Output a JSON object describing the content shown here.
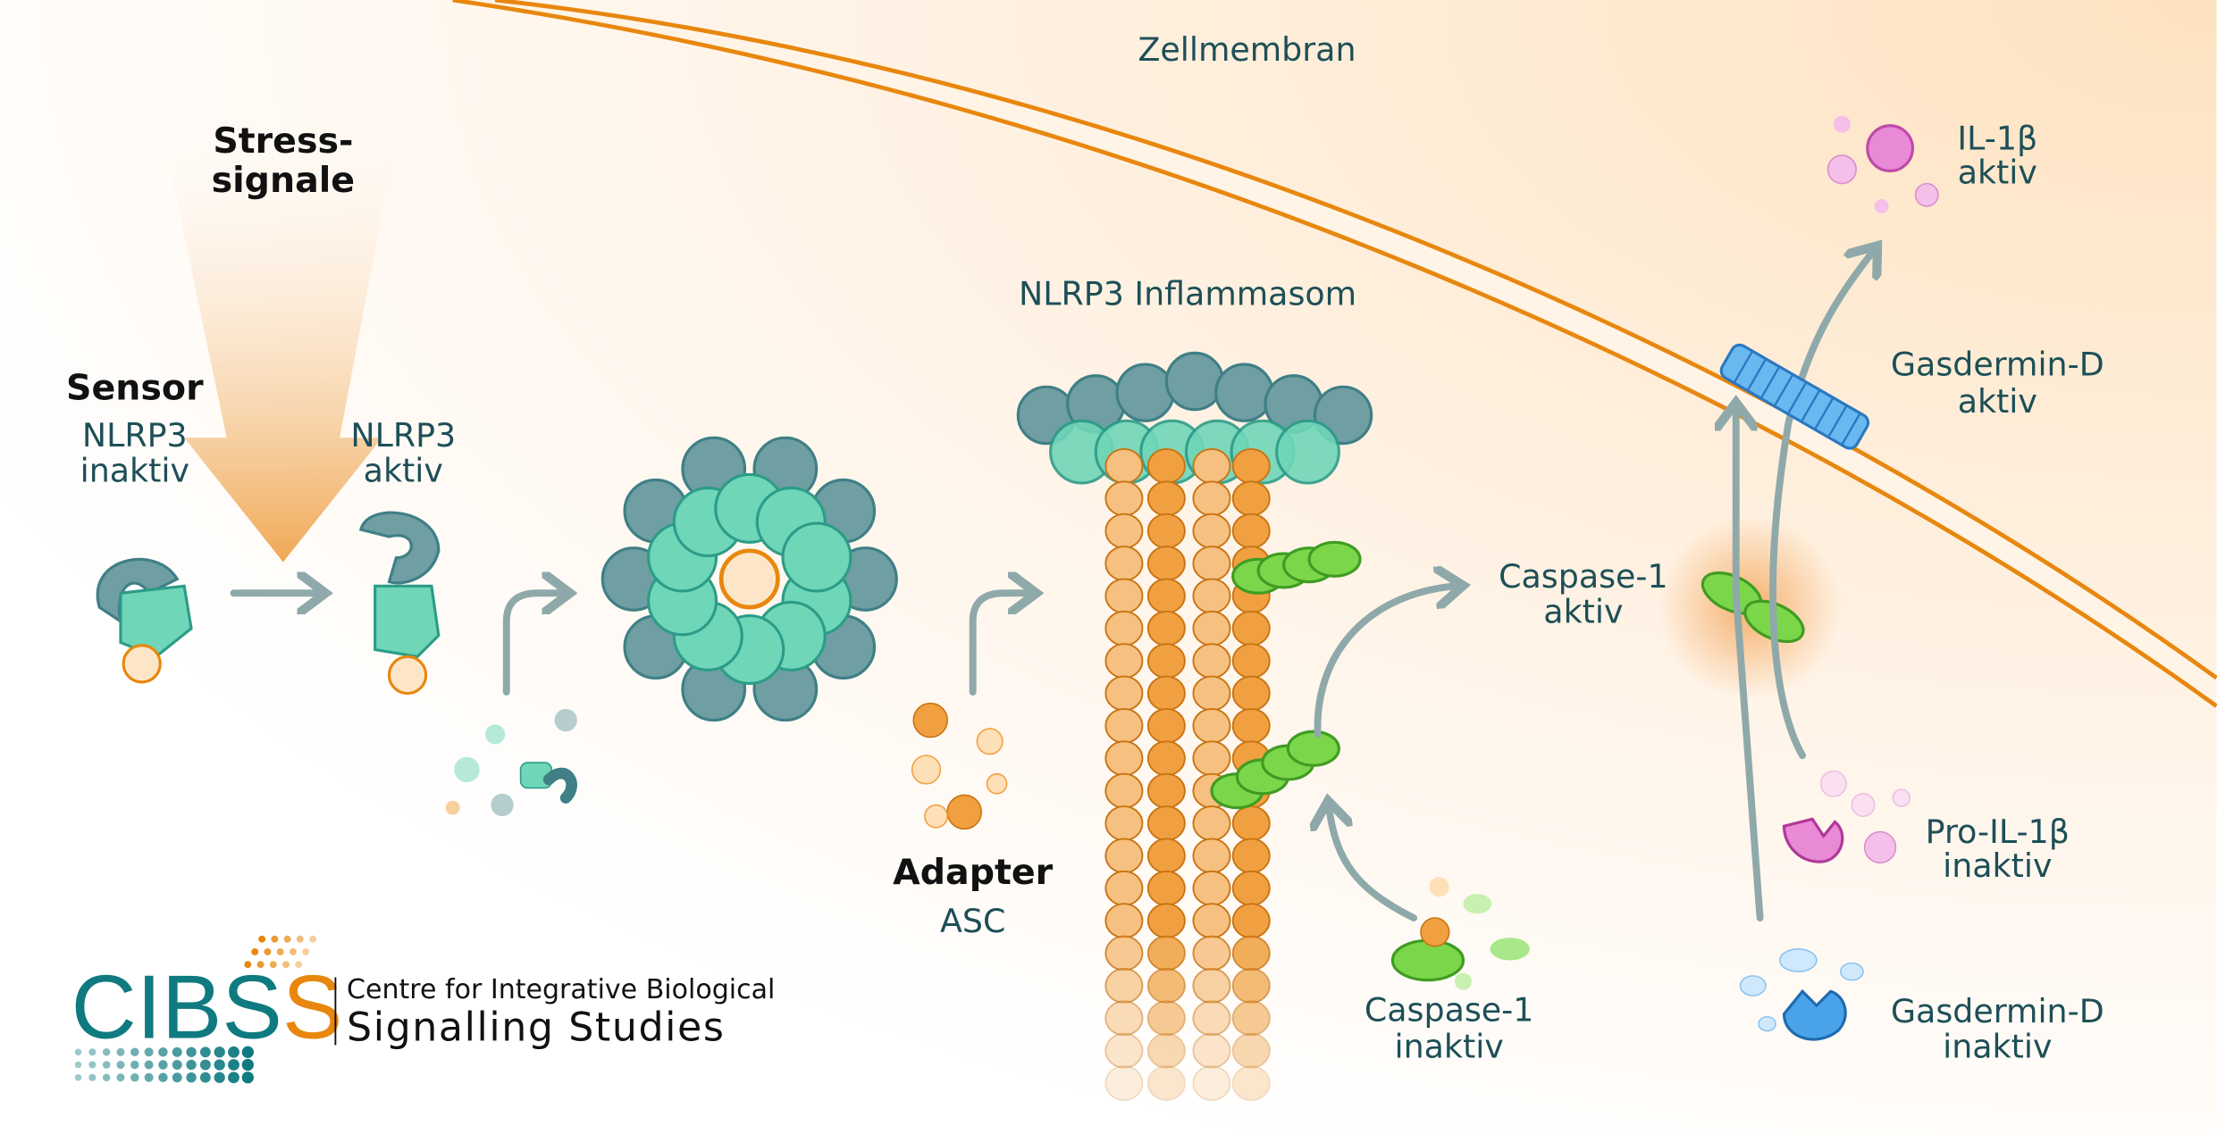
{
  "diagram": {
    "membrane_label": "Zellmembran",
    "stress": {
      "line1": "Stress-",
      "line2": "signale"
    },
    "sensor": {
      "title": "Sensor",
      "line1": "NLRP3",
      "line2": "inaktiv"
    },
    "nlrp3_active": {
      "line1": "NLRP3",
      "line2": "aktiv"
    },
    "inflammasome": "NLRP3 Inflammasom",
    "adapter": {
      "title": "Adapter",
      "line1": "ASC"
    },
    "caspase_active": {
      "line1": "Caspase-1",
      "line2": "aktiv"
    },
    "caspase_inactive": {
      "line1": "Caspase-1",
      "line2": "inaktiv"
    },
    "gasdermin_active": {
      "line1": "Gasdermin-D",
      "line2": "aktiv"
    },
    "gasdermin_inactive": {
      "line1": "Gasdermin-D",
      "line2": "inaktiv"
    },
    "il1b_active": {
      "line1": "IL-1β",
      "line2": "aktiv"
    },
    "pro_il1b": {
      "line1": "Pro-IL-1β",
      "line2": "inaktiv"
    }
  },
  "logo": {
    "acronym_teal": "CIBS",
    "acronym_orange": "S",
    "line1": "Centre for Integrative Biological",
    "line2": "Signalling Studies"
  },
  "colors": {
    "teal": "#0f7a80",
    "orange": "#e8870e",
    "nlrp3_gray": "#6f9ea3",
    "nlrp3_green": "#6fd6b8",
    "asc_orange": "#f0a040",
    "caspase_green": "#7cd64a",
    "gasdermin_blue": "#4aa3e8",
    "il1b_pink": "#d95fc0",
    "arrow_gray": "#8fa9aa",
    "label_text": "#1d4f57"
  }
}
